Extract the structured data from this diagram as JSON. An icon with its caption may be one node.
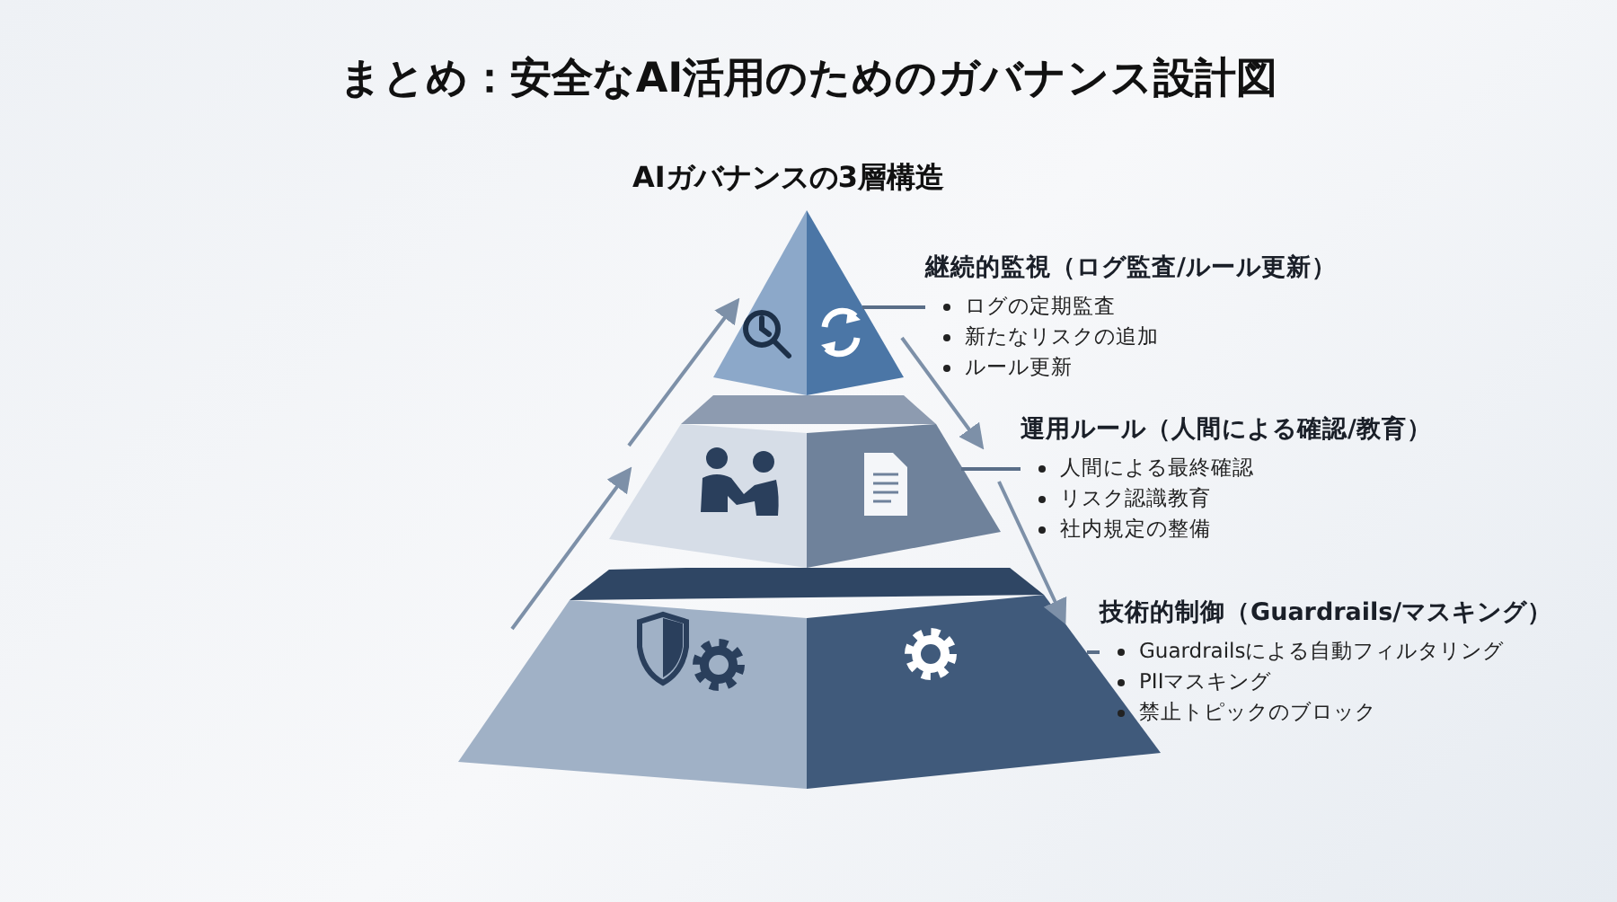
{
  "diagram": {
    "title": "まとめ：安全なAI活用のためのガバナンス設計図",
    "nodes": [
      {
        "text": [],
        "shape": "triangle"
      },
      {
        "text": [],
        "shape": "trapezoid"
      },
      {
        "text": [],
        "shape": "trapezoid"
      },
      {
        "text": [
          "継続的監視（ログ監査/ルール更新）",
          "ログの定期監査",
          "新たなリスクの追加",
          "ルール更新"
        ]
      },
      {
        "text": [
          "運用ルール（人間による確認/教育）",
          "人間による最終確認",
          "リスク認識教育",
          "社内規定の整備"
        ]
      },
      {
        "text": [
          "技術的制御（Guardrails/マスキング）",
          "Guardrailsによる自動フィルタリング",
          "PIIマスキング",
          "禁止トピックのブロック"
        ]
      }
    ],
    "edges": [
      {
        "from": 2,
        "to": 1,
        "arrow": "to"
      },
      {
        "from": 1,
        "to": 0,
        "arrow": "to"
      },
      {
        "from": 0,
        "to": 1,
        "arrow": "to"
      },
      {
        "from": 1,
        "to": 2,
        "arrow": "to"
      },
      {
        "from": 3,
        "to": 0,
        "arrow": "none"
      },
      {
        "from": 4,
        "to": 1,
        "arrow": "none"
      },
      {
        "from": 5,
        "to": 2,
        "arrow": "none"
      }
    ],
    "labels": [
      "AIガバナンスの3層構造"
    ]
  }
}
